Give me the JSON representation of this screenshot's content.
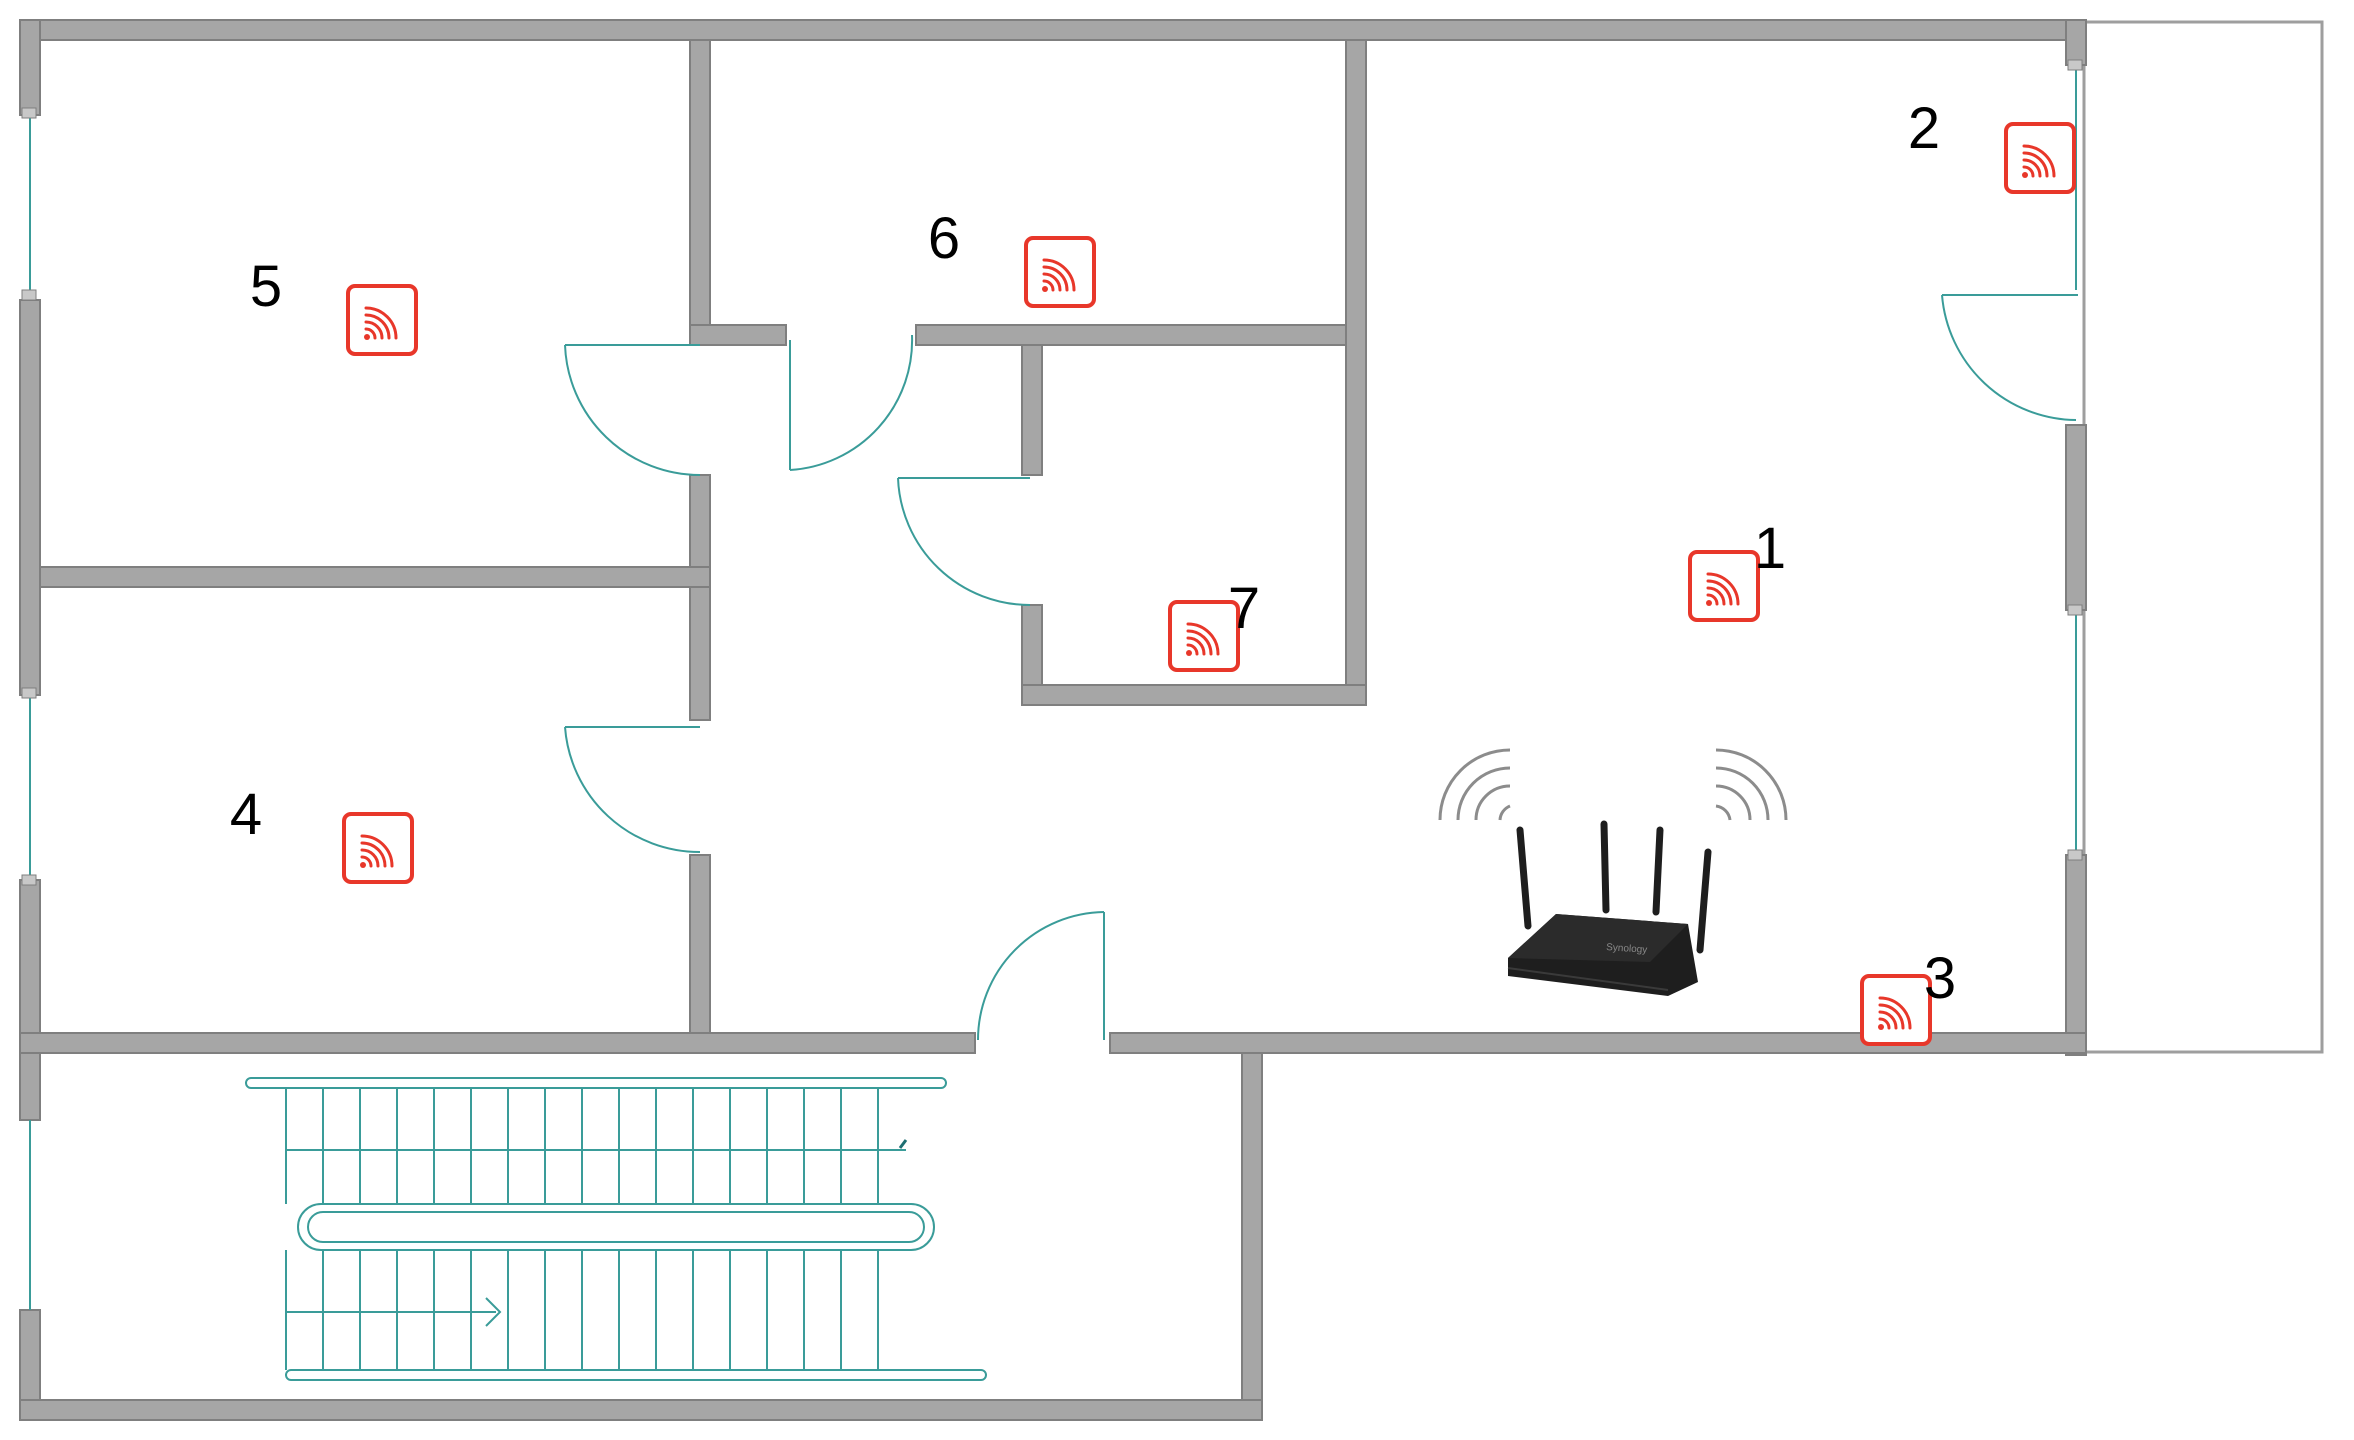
{
  "colors": {
    "sensor": "#e8372a",
    "wall_fill": "#a6a6a6",
    "fixture": "#3a9c99",
    "router": "#1e1e1e"
  },
  "icons": {
    "sensor": "wifi-signal-icon",
    "router": "wireless-router-icon"
  },
  "sensors": [
    {
      "label": "1"
    },
    {
      "label": "2"
    },
    {
      "label": "3"
    },
    {
      "label": "4"
    },
    {
      "label": "5"
    },
    {
      "label": "6"
    },
    {
      "label": "7"
    }
  ]
}
